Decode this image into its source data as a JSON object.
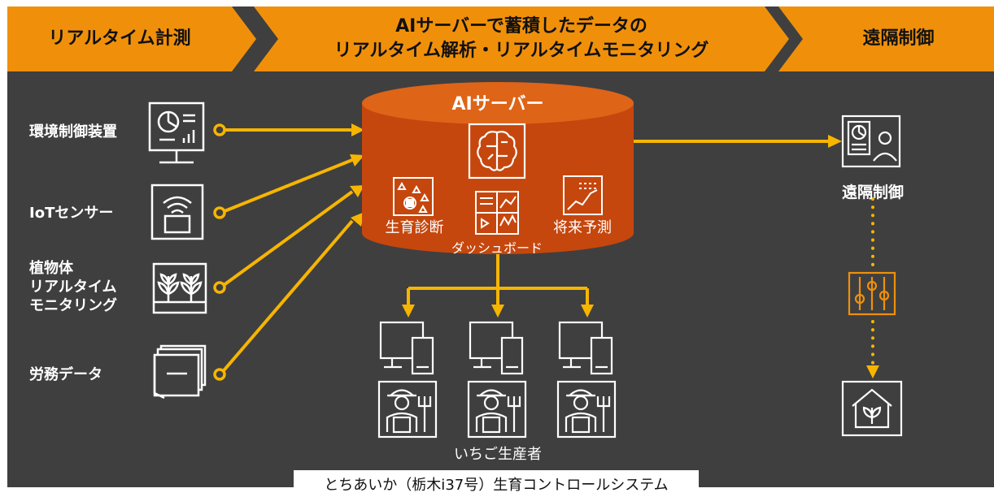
{
  "header": {
    "phase1": "リアルタイム計測",
    "phase2_line1": "AIサーバーで蓄積したデータの",
    "phase2_line2": "リアルタイム解析・リアルタイムモニタリング",
    "phase3": "遠隔制御"
  },
  "sources": [
    {
      "label": "環境制御装置",
      "icon": "presentation-board-icon"
    },
    {
      "label": "IoTセンサー",
      "icon": "wifi-sensor-icon"
    },
    {
      "label_lines": [
        "植物体",
        "リアルタイム",
        "モニタリング"
      ],
      "icon": "plant-monitor-icon"
    },
    {
      "label": "労務データ",
      "icon": "document-stack-icon"
    }
  ],
  "server": {
    "title": "AIサーバー",
    "center_icon": "ai-brain-icon",
    "features": [
      {
        "label": "生育診断",
        "icon": "scatter-diagnosis-icon"
      },
      {
        "label": "ダッシュボード",
        "icon": "dashboard-icon"
      },
      {
        "label": "将来予測",
        "icon": "forecast-chart-icon"
      }
    ]
  },
  "growers": {
    "label": "いちご生産者",
    "icons": [
      "computer-icon",
      "farmer-icon"
    ]
  },
  "remote": {
    "label": "遠隔制御",
    "icons": [
      "remote-monitor-icon",
      "control-sliders-icon",
      "greenhouse-icon"
    ]
  },
  "caption": "とちあいか（栃木i37号）生育コントロールシステム",
  "colors": {
    "background": "#3f3f3f",
    "accent": "#f0900a",
    "arrow": "#f7b500",
    "server": "#c5470e",
    "server_top": "#de6418"
  }
}
